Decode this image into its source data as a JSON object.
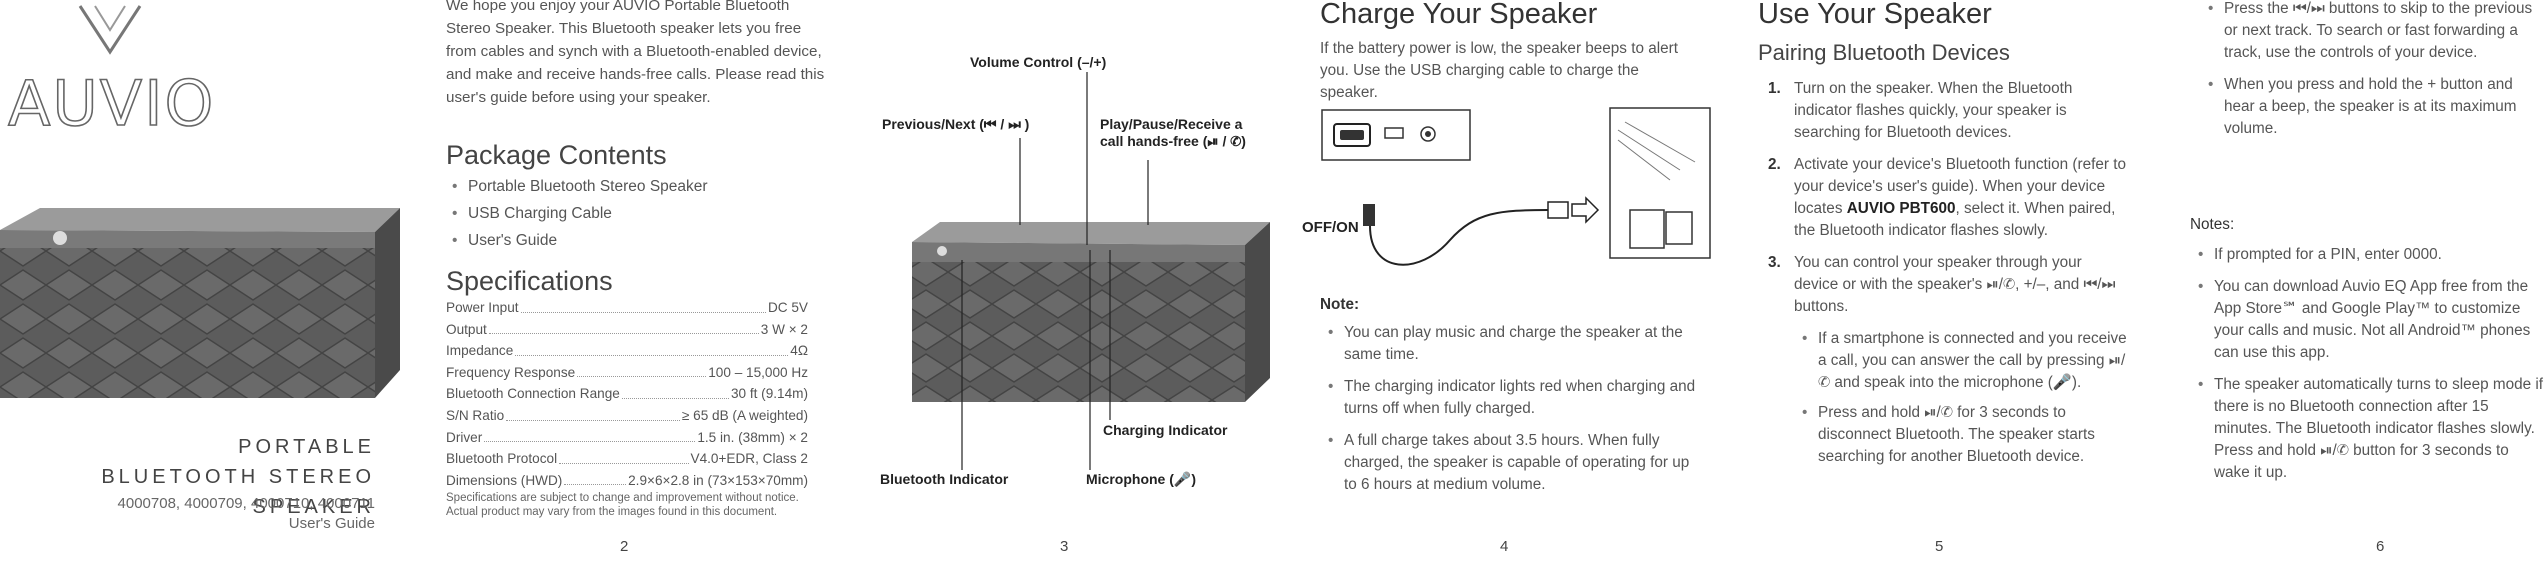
{
  "panel1": {
    "logo_text": "AUVIO",
    "title_line1": "PORTABLE",
    "title_line2": "BLUETOOTH STEREO SPEAKER",
    "models": "4000708, 4000709, 4000710, 4000711",
    "guide": "User's Guide"
  },
  "panel2": {
    "intro": "We hope you enjoy your AUVIO Portable Bluetooth Stereo Speaker. This Bluetooth speaker lets you free from cables and synch with a Bluetooth-enabled device, and make and receive hands-free calls. Please read this user's guide before using your speaker.",
    "package_heading": "Package Contents",
    "package_items": [
      "Portable Bluetooth Stereo Speaker",
      "USB Charging Cable",
      "User's Guide"
    ],
    "spec_heading": "Specifications",
    "specs": [
      {
        "label": "Power Input",
        "value": "DC 5V"
      },
      {
        "label": "Output",
        "value": "3 W × 2"
      },
      {
        "label": "Impedance",
        "value": "4Ω"
      },
      {
        "label": "Frequency Response",
        "value": "100 – 15,000 Hz"
      },
      {
        "label": "Bluetooth Connection Range",
        "value": "30 ft (9.14m)"
      },
      {
        "label": "S/N Ratio",
        "value": "≥ 65 dB (A weighted)"
      },
      {
        "label": "Driver",
        "value": "1.5 in. (38mm) × 2"
      },
      {
        "label": "Bluetooth Protocol",
        "value": "V4.0+EDR, Class 2"
      },
      {
        "label": "Dimensions (HWD)",
        "value": "2.9×6×2.8 in (73×153×70mm)"
      }
    ],
    "spec_note": "Specifications are subject to change and improvement without notice. Actual product may vary from the images found in this document.",
    "page": "2"
  },
  "panel3": {
    "volume": "Volume Control (–/+)",
    "prev_next": "Previous/Next (⏮ / ⏭ )",
    "play_pause_1": "Play/Pause/Receive a",
    "play_pause_2": "call hands-free (⏯ / ✆)",
    "charging_indicator": "Charging Indicator",
    "bt_indicator": "Bluetooth Indicator",
    "microphone": "Microphone (🎤)",
    "page": "3"
  },
  "panel4": {
    "heading": "Charge Your Speaker",
    "intro": "If the battery power is low, the speaker beeps to alert you. Use the USB charging cable to charge the speaker.",
    "off_on": "OFF/ON",
    "note_label": "Note",
    "notes": [
      "You can play music and charge the speaker at the same time.",
      "The charging indicator lights red when charging and turns off when fully charged.",
      "A full charge takes about 3.5 hours. When fully charged, the speaker is capable of operating for up to 6 hours at medium volume."
    ],
    "page": "4"
  },
  "panel5": {
    "heading": "Use Your Speaker",
    "subheading": "Pairing Bluetooth Devices",
    "step1": "Turn on the speaker. When the Bluetooth indicator flashes quickly, your speaker is searching for Bluetooth devices.",
    "step2_a": "Activate your device's Bluetooth function (refer to your device's user's guide). When your device locates ",
    "step2_key": "AUVIO PBT600",
    "step2_b": ", select it. When paired, the Bluetooth indicator flashes slowly.",
    "step3": "You can control your speaker through your device or with the speaker's ⏯/✆, +/–, and ⏮/⏭ buttons.",
    "sub1": "If a smartphone is connected and you receive a call, you can answer the call by pressing ⏯/✆ and speak into the microphone (🎤).",
    "sub2": "Press and hold ⏯/✆ for 3 seconds to disconnect Bluetooth. The speaker starts searching for another Bluetooth device.",
    "page": "5"
  },
  "panel6": {
    "top1": "Press the ⏮/⏭ buttons to skip to the previous or next track. To search or fast forwarding a track, use the controls of your device.",
    "top2": "When you press and hold the + button and hear a beep, the speaker is at its maximum volume.",
    "notes_label": "Notes",
    "notes": [
      "If prompted for a PIN, enter 0000.",
      "You can download Auvio EQ App free from the App Store℠ and Google Play™ to customize your calls and music. Not all Android™ phones can use this app.",
      "The speaker automatically turns to sleep mode if there is no Bluetooth connection after 15 minutes. The Bluetooth indicator flashes slowly. Press and hold ⏯/✆ button for 3 seconds to wake it up."
    ],
    "page": "6"
  }
}
